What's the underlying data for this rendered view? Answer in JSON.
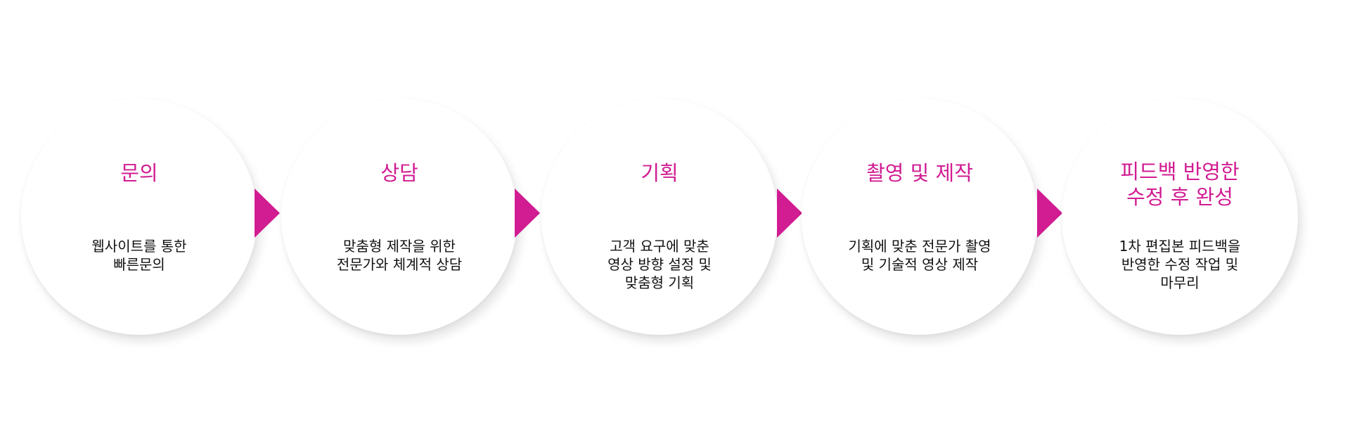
{
  "accent_color": "#d11c92",
  "steps": [
    {
      "title": "문의",
      "desc": "웹사이트를 통한\n빠른문의"
    },
    {
      "title": "상담",
      "desc": "맞춤형 제작을 위한\n전문가와 체계적 상담"
    },
    {
      "title": "기획",
      "desc": "고객 요구에 맞춘\n영상 방향 설정 및\n맞춤형 기획"
    },
    {
      "title": "촬영 및 제작",
      "desc": "기획에 맞춘 전문가 촬영\n및 기술적 영상 제작"
    },
    {
      "title": "피드백 반영한\n수정 후 완성",
      "desc": "1차 편집본 피드백을\n반영한 수정 작업 및\n마무리"
    }
  ],
  "connectors": [
    "chevron-right-icon",
    "chevron-right-icon",
    "chevron-right-icon",
    "chevron-right-icon"
  ]
}
